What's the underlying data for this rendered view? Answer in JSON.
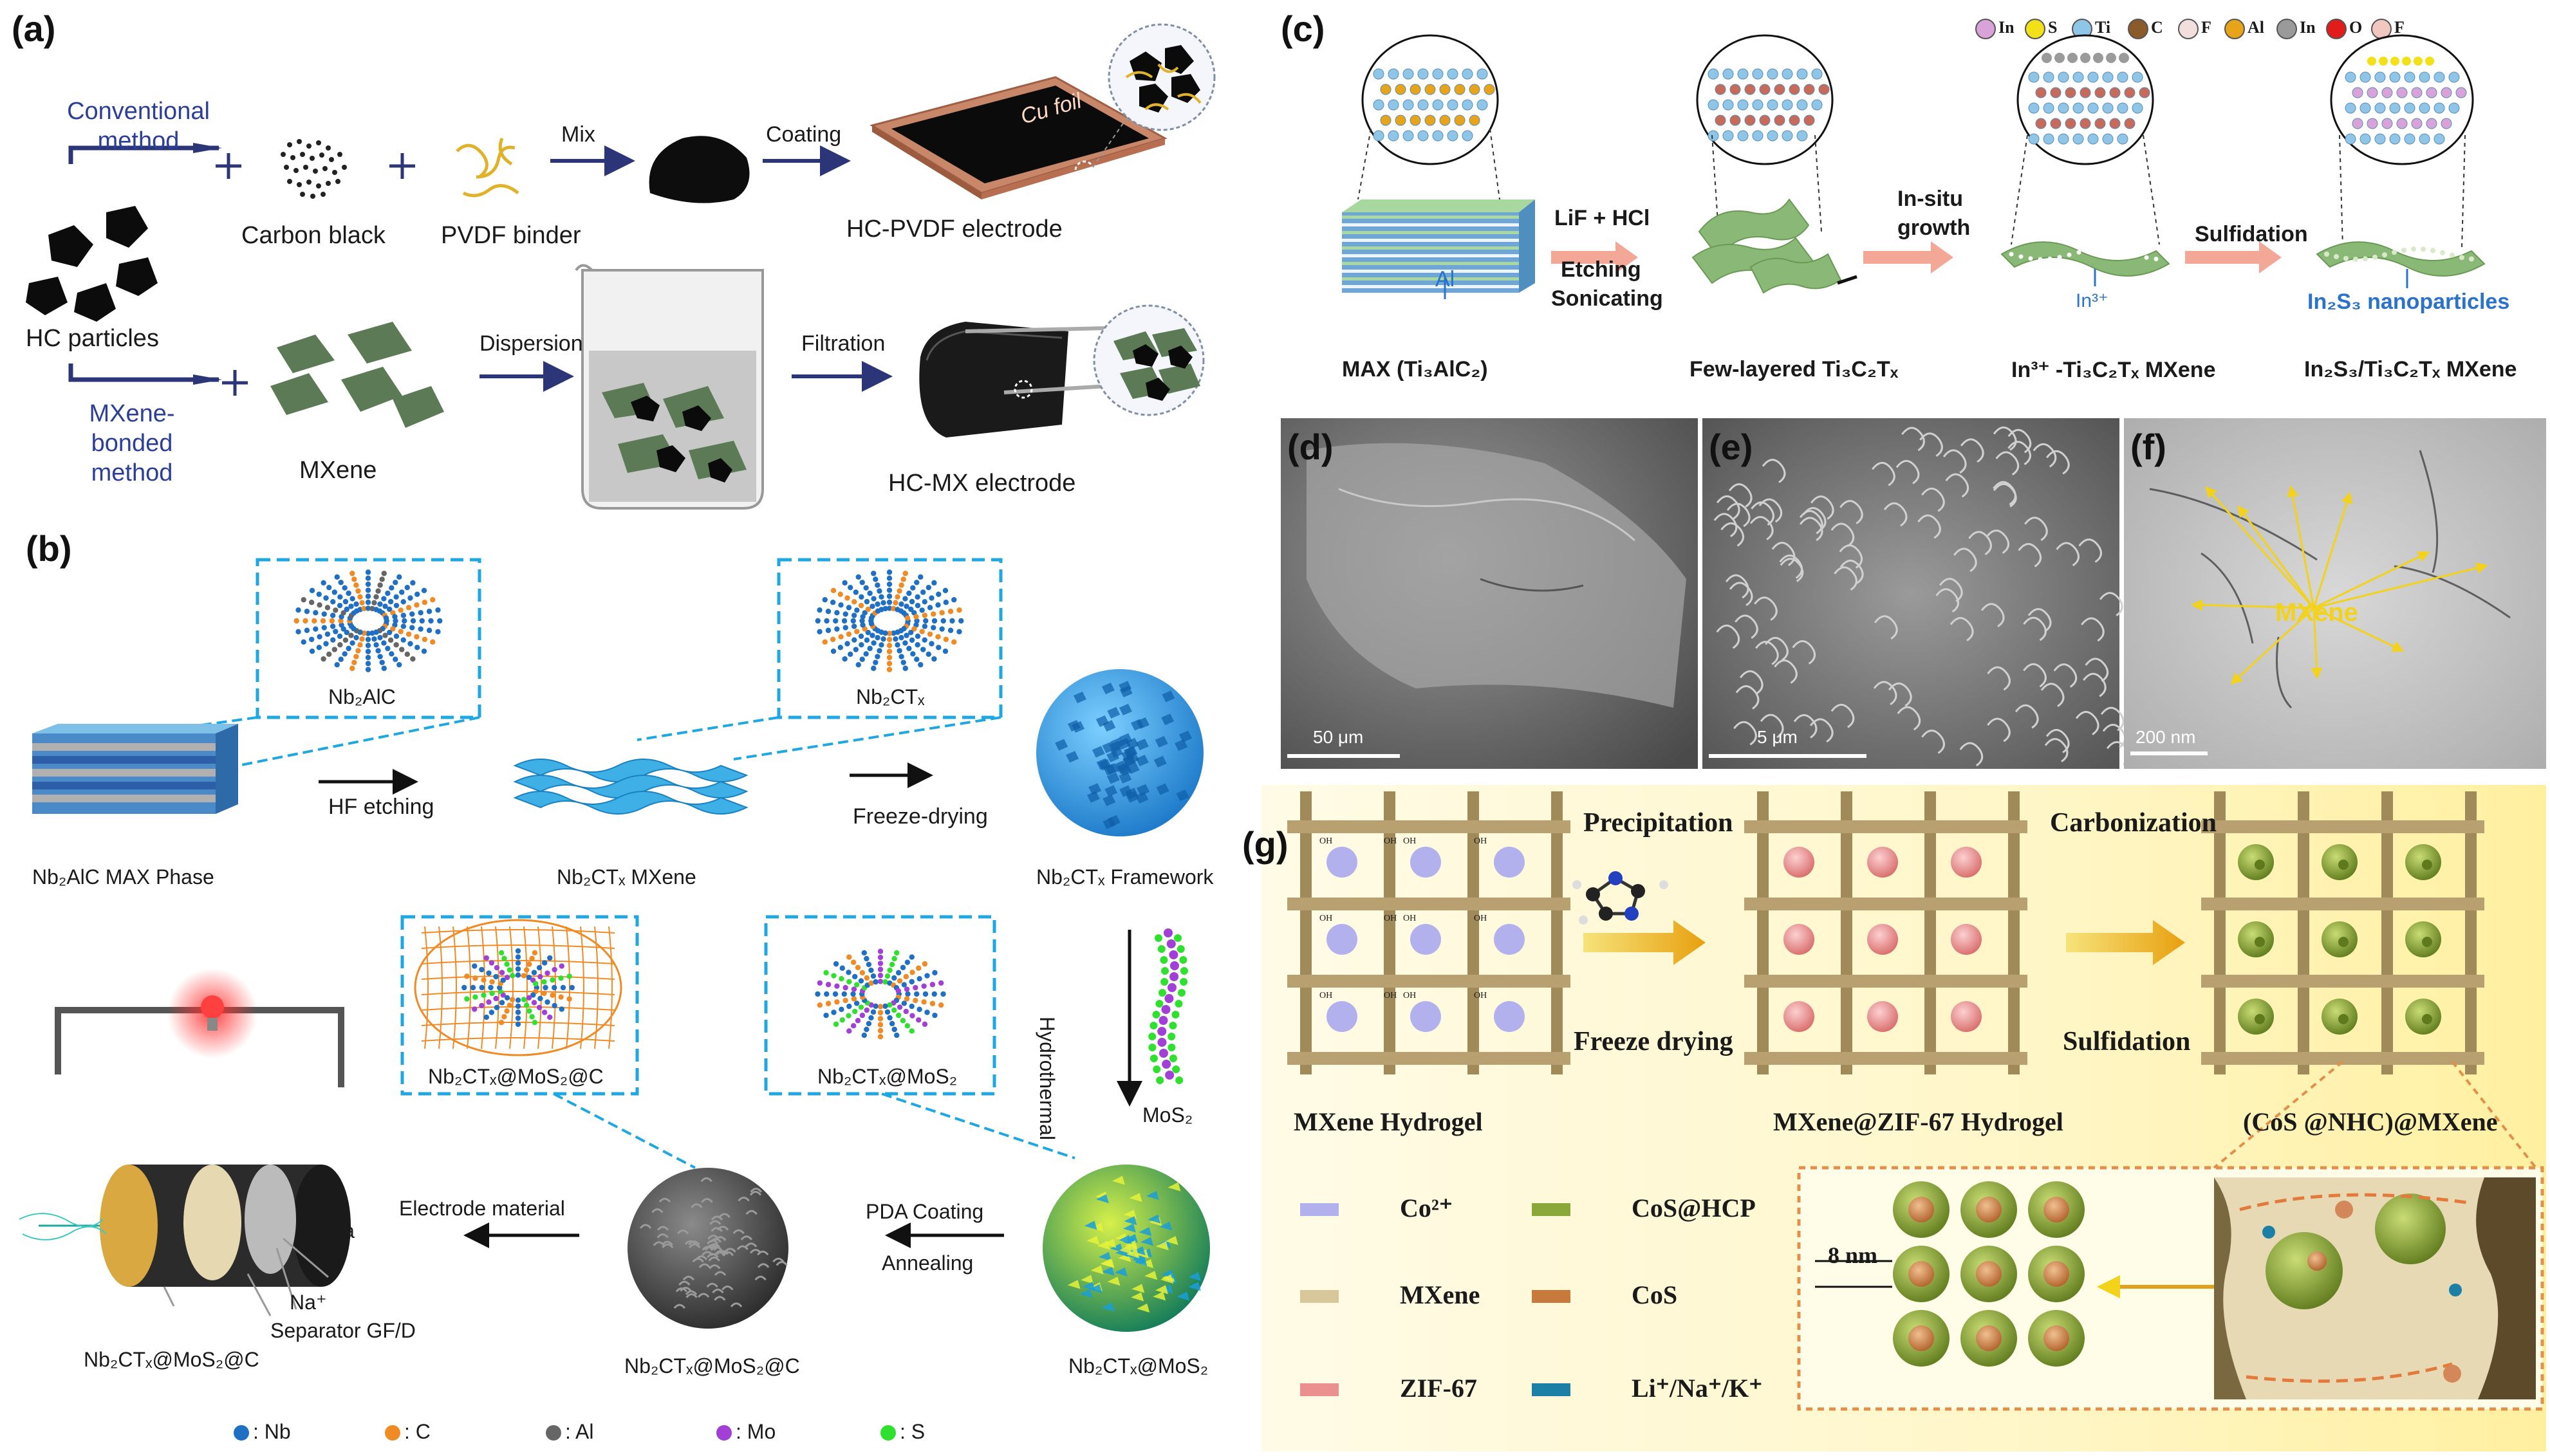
{
  "panel_a": {
    "letter": "(a)",
    "conventional_method": "Conventional method",
    "carbon_black": "Carbon black",
    "pvdf_binder": "PVDF binder",
    "mix": "Mix",
    "coating": "Coating",
    "cu_foil": "Cu foil",
    "hc_pvdf_electrode": "HC-PVDF electrode",
    "hc_particles": "HC particles",
    "mxene_bonded_method": "MXene-bonded method",
    "mxene": "MXene",
    "dispersion": "Dispersion",
    "filtration": "Filtration",
    "hc_mx_electrode": "HC-MX electrode"
  },
  "panel_b": {
    "letter": "(b)",
    "nb2alc": "Nb₂AlC",
    "nb2ctx": "Nb₂CTₓ",
    "hf_etching": "HF etching",
    "freeze_drying": "Freeze-drying",
    "max_phase": "Nb₂AlC MAX Phase",
    "mxene": "Nb₂CTₓ MXene",
    "framework": "Nb₂CTₓ Framework",
    "hydrothermal": "Hydrothermal",
    "mos2": "MoS₂",
    "nb2ctx_mos2_c_box": "Nb₂CTₓ@MoS₂@C",
    "nb2ctx_mos2_box": "Nb₂CTₓ@MoS₂",
    "pda_coating": "PDA Coating",
    "annealing": "Annealing",
    "electrode_material": "Electrode material",
    "na": "Na",
    "na_plus": "Na⁺",
    "separator": "Separator GF/D",
    "battery_label": "Nb₂CTₓ@MoS₂@C",
    "sphere_c_label": "Nb₂CTₓ@MoS₂@C",
    "sphere_mos2_label": "Nb₂CTₓ@MoS₂",
    "legend": [
      {
        "label": ": Nb",
        "color": "#1f6fc4"
      },
      {
        "label": ": C",
        "color": "#f08a24"
      },
      {
        "label": ": Al",
        "color": "#666666"
      },
      {
        "label": ": Mo",
        "color": "#a23fd6"
      },
      {
        "label": ": S",
        "color": "#2fe02f"
      }
    ]
  },
  "panel_c": {
    "letter": "(c)",
    "legend": [
      {
        "label": "In",
        "color": "#d9a3d9"
      },
      {
        "label": "S",
        "color": "#f2e018"
      },
      {
        "label": "Ti",
        "color": "#8fc6e8"
      },
      {
        "label": "C",
        "color": "#8b5a2b"
      },
      {
        "label": "F",
        "color": "#f3dede"
      },
      {
        "label": "Al",
        "color": "#e8a418"
      },
      {
        "label": "In",
        "color": "#9a9a9a"
      },
      {
        "label": "O",
        "color": "#e21b1b"
      },
      {
        "label": "F",
        "color": "#f0c8c0"
      }
    ],
    "al": "Al",
    "lif_hcl": "LiF + HCl",
    "etching": "Etching",
    "sonicating": "Sonicating",
    "insitu": "In-situ",
    "growth": "growth",
    "sulfidation": "Sulfidation",
    "in3": "In³⁺",
    "in2s3_np": "In₂S₃ nanoparticles",
    "max": "MAX  (Ti₃AlC₂)",
    "few_layered": "Few-layered Ti₃C₂Tₓ",
    "in3_mxene": "In³⁺ -Ti₃C₂Tₓ MXene",
    "in2s3_mxene": "In₂S₃/Ti₃C₂Tₓ MXene"
  },
  "panel_d": {
    "letter": "(d)",
    "scale": "50 μm"
  },
  "panel_e": {
    "letter": "(e)",
    "scale": "5 μm"
  },
  "panel_f": {
    "letter": "(f)",
    "scale": "200 nm",
    "label": "MXene"
  },
  "panel_g": {
    "letter": "(g)",
    "precipitation": "Precipitation",
    "freeze_drying": "Freeze drying",
    "carbonization": "Carbonization",
    "sulfidation": "Sulfidation",
    "hydrogel": "MXene Hydrogel",
    "zif_hydrogel": "MXene@ZIF-67 Hydrogel",
    "cos_label": "(CoS @NHC)@MXene",
    "oh": "OH",
    "nm": "8 nm",
    "legend": [
      {
        "label": "Co²⁺",
        "color": "#b3b0ee"
      },
      {
        "label": "CoS@HCP",
        "color": "#8aa83a"
      },
      {
        "label": "MXene",
        "color": "#d8c79a"
      },
      {
        "label": "CoS",
        "color": "#c77a3c"
      },
      {
        "label": "ZIF-67",
        "color": "#ec8f8f"
      },
      {
        "label": "Li⁺/Na⁺/K⁺",
        "color": "#1b7fa6"
      }
    ]
  }
}
